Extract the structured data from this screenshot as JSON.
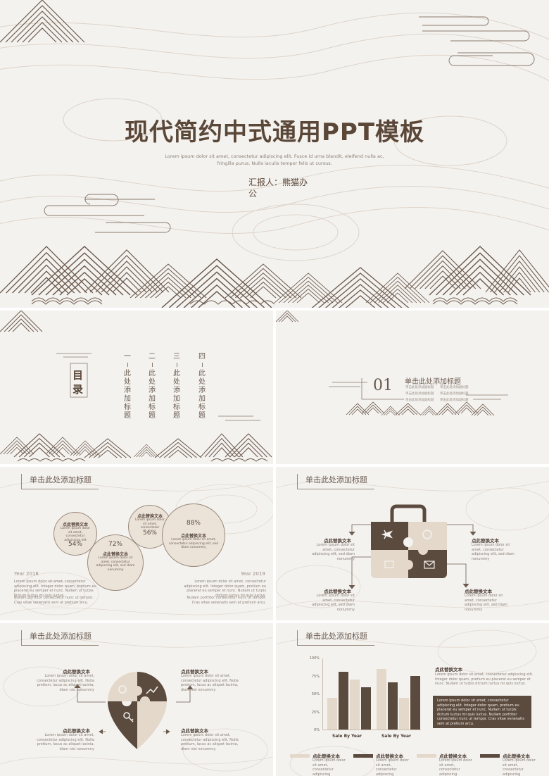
{
  "cover": {
    "title": "现代简约中式通用PPT模板",
    "subtitle_line1": "Lorem ipsum dolor sit amet, consectetur adipiscing elit. Fusce id urna blandit, eleifend nulla ac,",
    "subtitle_line2": "fringilla purus. Nulla iaculis tempor felis ut cursus.",
    "reporter_line1": "汇报人：熊猫办",
    "reporter_line2": "公"
  },
  "toc": {
    "heading": "目录",
    "items": [
      {
        "number": "一",
        "label": "此处添加标题"
      },
      {
        "number": "二",
        "label": "此处添加标题"
      },
      {
        "number": "三",
        "label": "此处添加标题"
      },
      {
        "number": "四",
        "label": "此处添加标题"
      }
    ]
  },
  "section": {
    "number": "01",
    "title": "单击此处添加标题",
    "sub1": "单击此处添加副标题",
    "sub2": "单击此处添加副标题",
    "sub3": "单击此处添加副标题",
    "sub4": "单击此处添加副标题",
    "sub5": "单击此处添加副标题",
    "sub6": "单击此处添加副标题"
  },
  "bubbles_slide": {
    "header": "单击此处添加标题",
    "bubbles": [
      {
        "title": "点此替换文本",
        "desc": "Lorem ipsum dolor sit amet, consectetur adipiscing elit",
        "pct": "54%"
      },
      {
        "title": "点此替换文本",
        "desc": "Lorem ipsum dolor sit amet, consectetur adipiscing elit, sed diam nonummy",
        "pct": "72%"
      },
      {
        "title": "点此替换文本",
        "desc": "Lorem ipsum dolor sit amet, consectetur",
        "pct": "56%"
      },
      {
        "title": "点此替换文本",
        "desc": "Lorem ipsum dolor sit amet, consectetur adipiscing elit, sed diam nonummy",
        "pct": "88%"
      }
    ],
    "year_left": "Year 2018",
    "year_right": "Year 2019",
    "left_p1": "Lorem ipsum dolor sit amet, consectetur adipiscing elit. Integer dolor quam, pretium eu placerat eu semper et nunc. Nullam ut turpis dictum luctus mi quis luctus.",
    "left_p2": "Nullam porttitor consectetur nunc ut tempor. Cras vitae venenatis sem at pretium arcu.",
    "right_p1": "Lorem ipsum dolor sit amet, consectetur adipiscing elit. Integer dolor quam, pretium eu placerat eu semper et nunc. Nullam ut turpis dictum luctus mi quis luctus.",
    "right_p2": "Nullam porttitor consectetur nunc ut tempor. Cras vitae venenatis sem at pretium arcu."
  },
  "bag_slide": {
    "header": "单击此处添加标题",
    "items": [
      {
        "title": "点此替换文本",
        "desc": "Lorem ipsum dolor sit amet, consectetur adipiscing elit, sed diam nonummy"
      },
      {
        "title": "点此替换文本",
        "desc": "Lorem ipsum dolor sit amet, consectetur adipiscing elit, sed diam nonummy"
      },
      {
        "title": "点此替换文本",
        "desc": "Lorem ipsum dolor sit amet, consectetur adipiscing elit, sed diam nonummy"
      },
      {
        "title": "点此替换文本",
        "desc": "Lorem ipsum dolor sit amet, consectetur adipiscing elit, sed diam nonummy"
      }
    ]
  },
  "pin_slide": {
    "header": "单击此处添加标题",
    "items": [
      {
        "title": "点此替换文本",
        "desc": "Lorem ipsum dolor sit amet, consectetur adipiscing elit. Nulla pretium, lacus ac aliquet lacinia, diam nisi nonummy"
      },
      {
        "title": "点此替换文本",
        "desc": "Lorem ipsum dolor sit amet, consectetur adipiscing elit. Nulla pretium, lacus ac aliquet lacinia, diam nisi nonummy"
      },
      {
        "title": "点此替换文本",
        "desc": "Lorem ipsum dolor sit amet, consectetur adipiscing elit. Nulla pretium, lacus ac aliquet lacinia, diam nisi nonummy"
      },
      {
        "title": "点此替换文本",
        "desc": "Lorem ipsum dolor sit amet, consectetur adipiscing elit. Nulla pretium, lacus ac aliquet lacinia, diam nisi nonummy"
      }
    ]
  },
  "chart_slide": {
    "header": "单击此处添加标题",
    "right_title": "点此替换文本",
    "right_desc": "Lorem ipsum dolor sit amet, consectetur adipiscing elit. Integer dolor quam, pretium eu placerat eu semper et nunc. Nullam ut turpis dictum luctus mi quis luctus.",
    "box_desc": "Lorem ipsum dolor sit amet, consectetur adipiscing elit. Integer dolor quam, pretium eu placerat eu semper et nunc. Nullam ut turpis dictum luctus mi quis luctus. Nullam porttitor consectetur nunc ut tempor. Cras vitae venenatis sem at pretium arcu.",
    "legend": [
      {
        "title": "点此替换文本",
        "desc": "Lorem ipsum dolor sit amet, consectetur adipiscing"
      },
      {
        "title": "点此替换文本",
        "desc": "Lorem ipsum dolor sit amet, consectetur adipiscing"
      },
      {
        "title": "点此替换文本",
        "desc": "Lorem ipsum dolor sit amet, consectetur adipiscing"
      },
      {
        "title": "点此替换文本",
        "desc": "Lorem ipsum dolor sit amet, consectetur adipiscing"
      }
    ]
  },
  "chart_data": {
    "type": "bar",
    "categories": [
      "Sale By Year",
      "Sale By Year"
    ],
    "series": [
      {
        "values": [
          44,
          84
        ]
      },
      {
        "values": [
          80,
          66
        ]
      },
      {
        "values": [
          70,
          44
        ]
      },
      {
        "values": [
          59,
          75
        ]
      }
    ],
    "y_ticks": [
      "0%",
      "25%",
      "50%",
      "75%",
      "100%"
    ],
    "ylim": [
      0,
      100
    ]
  },
  "colors": {
    "light": "#e4d8ca",
    "dark": "#5b4a3e",
    "bg": "#f4f2ef",
    "line": "#c9bcae"
  }
}
